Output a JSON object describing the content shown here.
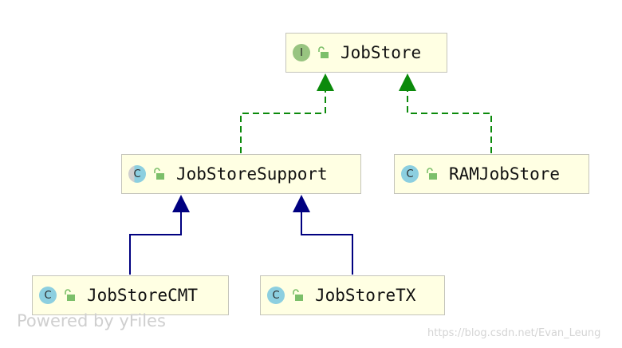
{
  "nodes": {
    "jobstore": {
      "kind": "I",
      "name": "JobStore"
    },
    "jobstoresupport": {
      "kind": "C",
      "name": "JobStoreSupport"
    },
    "ramjobstore": {
      "kind": "C",
      "name": "RAMJobStore"
    },
    "jobstorecmt": {
      "kind": "C",
      "name": "JobStoreCMT"
    },
    "jobstoretx": {
      "kind": "C",
      "name": "JobStoreTX"
    }
  },
  "edges": [
    {
      "from": "JobStoreSupport",
      "to": "JobStore",
      "type": "implements"
    },
    {
      "from": "RAMJobStore",
      "to": "JobStore",
      "type": "implements"
    },
    {
      "from": "JobStoreCMT",
      "to": "JobStoreSupport",
      "type": "extends"
    },
    {
      "from": "JobStoreTX",
      "to": "JobStoreSupport",
      "type": "extends"
    }
  ],
  "colors": {
    "node_fill": "#ffffe3",
    "implements_edge": "#0b8a0b",
    "extends_edge": "#000080",
    "interface_badge": "#98c480",
    "class_badge": "#8ccfe0"
  },
  "watermark": "Powered by yFiles",
  "credit": "https://blog.csdn.net/Evan_Leung"
}
